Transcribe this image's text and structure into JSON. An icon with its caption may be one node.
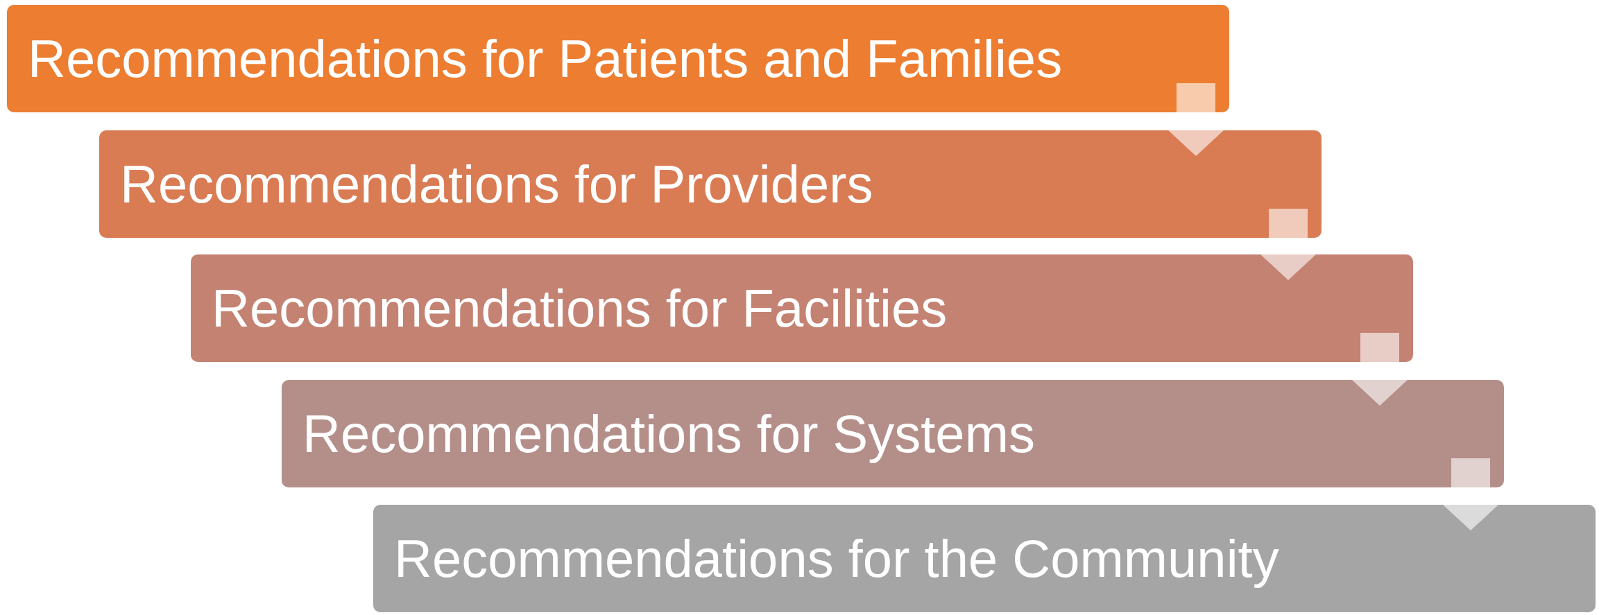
{
  "diagram": {
    "nodes": [
      {
        "text": [
          "Recommendations for Patients and Families"
        ]
      },
      {
        "text": [
          "Recommendations for Providers"
        ]
      },
      {
        "text": [
          "Recommendations for Facilities"
        ]
      },
      {
        "text": [
          "Recommendations for Systems"
        ]
      },
      {
        "text": [
          "Recommendations for the Community"
        ]
      }
    ],
    "edges": [
      {
        "from": 0,
        "to": 1,
        "arrow": "to"
      },
      {
        "from": 1,
        "to": 2,
        "arrow": "to"
      },
      {
        "from": 2,
        "to": 3,
        "arrow": "to"
      },
      {
        "from": 3,
        "to": 4,
        "arrow": "to"
      }
    ]
  }
}
